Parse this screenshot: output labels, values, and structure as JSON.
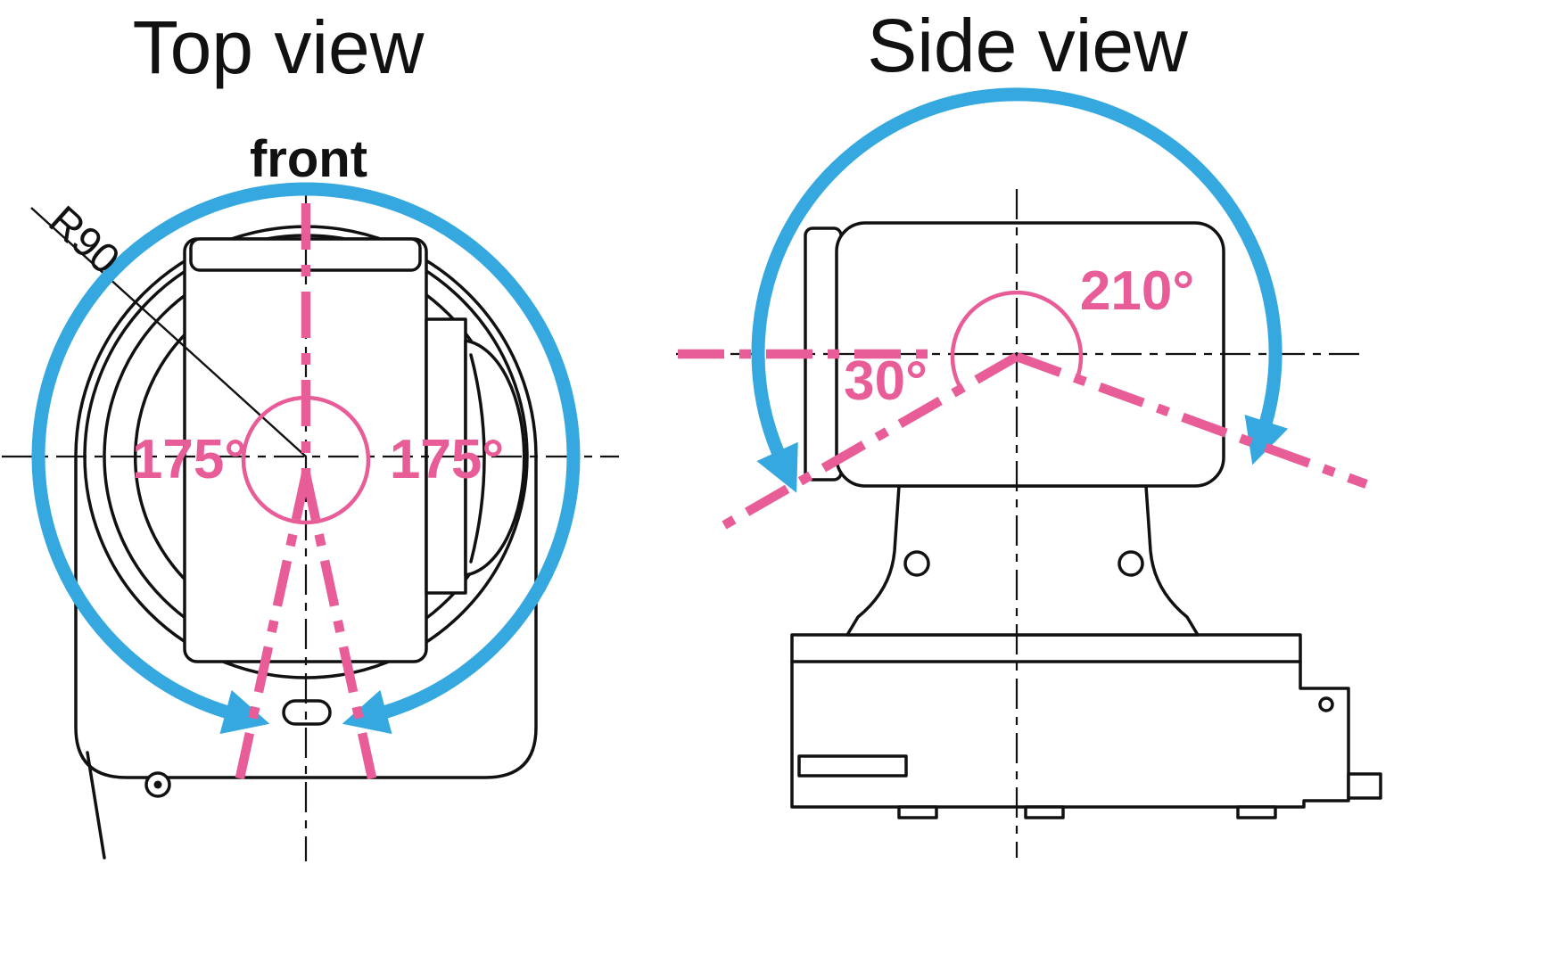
{
  "colors": {
    "range_arc_blue": "#35A8E0",
    "angle_pink": "#E85D97",
    "line_black": "#111111"
  },
  "top_view": {
    "title": "Top view",
    "front_label": "front",
    "radius_label": "R90",
    "pan_left_angle": "175°",
    "pan_right_angle": "175°"
  },
  "side_view": {
    "title": "Side view",
    "tilt_up_angle": "210°",
    "tilt_down_angle": "30°"
  }
}
